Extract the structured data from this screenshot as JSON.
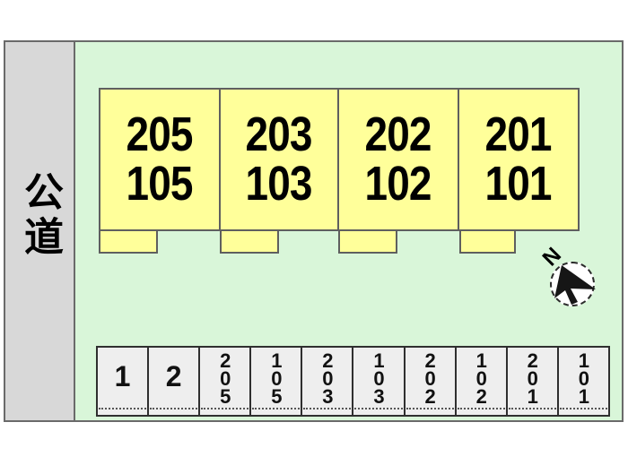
{
  "site_plan": {
    "road": {
      "label": "公道"
    },
    "buildings": [
      {
        "upper": "205",
        "lower": "105"
      },
      {
        "upper": "203",
        "lower": "103"
      },
      {
        "upper": "202",
        "lower": "102"
      },
      {
        "upper": "201",
        "lower": "101"
      }
    ],
    "compass": {
      "label": "N"
    },
    "parking_stalls": [
      "1",
      "2",
      "205",
      "105",
      "203",
      "103",
      "202",
      "102",
      "201",
      "101"
    ],
    "colors": {
      "site_green": "#d9f6d9",
      "building_yellow": "#ffff9a",
      "road_gray": "#d8d8d8",
      "stall_gray": "#eeeeee"
    }
  }
}
